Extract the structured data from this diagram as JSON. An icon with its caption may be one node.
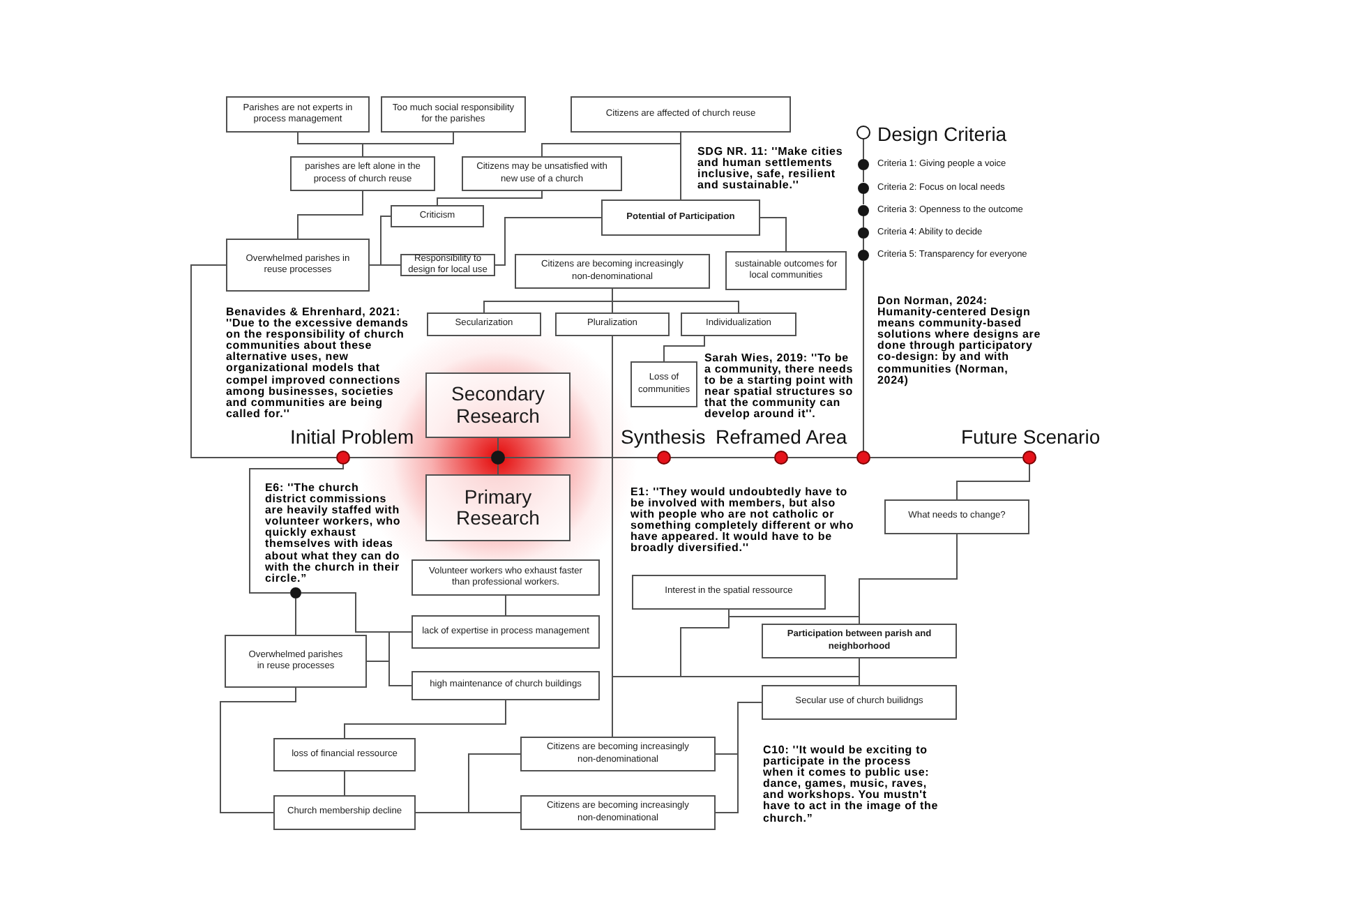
{
  "diagram": {
    "nodes": [
      {
        "text": [
          "Parishes are not experts in process management"
        ]
      },
      {
        "text": [
          "Too much social responsibility for the parishes"
        ]
      },
      {
        "text": [
          "Citizens are affected of church reuse"
        ]
      },
      {
        "text": [],
        "shape": "circle",
        "beside": [
          "Design Criteria"
        ]
      },
      {
        "text": [
          "parishes are left alone in the process of church reuse"
        ]
      },
      {
        "text": [
          "Citizens may be unsatisfied with new use of a church"
        ]
      },
      {
        "text": [],
        "shape": "circle",
        "beside": [
          "Criteria 1: Giving people a voice"
        ]
      },
      {
        "text": [],
        "shape": "circle",
        "beside": [
          "Criteria 2: Focus on local needs"
        ]
      },
      {
        "text": [
          "Potential of Participation"
        ]
      },
      {
        "text": [
          "Criticism"
        ]
      },
      {
        "text": [],
        "shape": "circle",
        "beside": [
          "Criteria 3: Openness to the outcome"
        ]
      },
      {
        "text": [],
        "shape": "circle",
        "beside": [
          "Criteria 4: Ability to decide"
        ]
      },
      {
        "text": [
          "Overwhelmed parishes in reuse processes"
        ]
      },
      {
        "text": [
          "Responsibility to design for local use"
        ]
      },
      {
        "text": [
          "Citizens are becoming increasingly non-denominational"
        ]
      },
      {
        "text": [
          "sustainable outcomes for local communities"
        ]
      },
      {
        "text": [],
        "shape": "circle",
        "beside": [
          "Criteria 5: Transparency for everyone"
        ]
      },
      {
        "text": [
          "Secularization"
        ]
      },
      {
        "text": [
          "Pluralization"
        ]
      },
      {
        "text": [
          "Individualization"
        ]
      },
      {
        "text": [
          "Loss of communities"
        ]
      },
      {
        "text": [
          "Secondary Research"
        ]
      },
      {
        "text": [],
        "shape": "circle",
        "beside": [
          "Initial Problem"
        ]
      },
      {
        "text": [],
        "shape": "circle"
      },
      {
        "text": [],
        "shape": "circle",
        "beside": [
          "Synthesis"
        ]
      },
      {
        "text": [],
        "shape": "circle",
        "beside": [
          "Reframed Area"
        ]
      },
      {
        "text": [],
        "shape": "circle"
      },
      {
        "text": [],
        "shape": "circle",
        "beside": [
          "Future Scenario"
        ]
      },
      {
        "text": [
          "Primary Research"
        ]
      },
      {
        "text": [
          "What needs to change?"
        ]
      },
      {
        "text": [
          "Volunteer workers who exhaust faster than professional workers."
        ]
      },
      {
        "text": [
          "Interest in the spatial ressource"
        ]
      },
      {
        "text": [],
        "shape": "circle"
      },
      {
        "text": [
          "lack of expertise in process management"
        ]
      },
      {
        "text": [
          "Participation between parish and neighborhood"
        ]
      },
      {
        "text": [
          "Overwhelmed parishes in reuse processes"
        ]
      },
      {
        "text": [
          "high maintenance of church buildings"
        ]
      },
      {
        "text": [
          "Secular use of church builidngs"
        ]
      },
      {
        "text": [
          "loss of financial ressource"
        ]
      },
      {
        "text": [
          "Citizens are becoming increasingly non-denominational"
        ]
      },
      {
        "text": [
          "Church membership decline"
        ]
      },
      {
        "text": [
          "Citizens are becoming increasingly non-denominational"
        ]
      }
    ],
    "edges": [
      {
        "from": 0,
        "to": 4,
        "arrow": "none"
      },
      {
        "from": 1,
        "to": 4,
        "arrow": "none"
      },
      {
        "from": 4,
        "to": 12,
        "arrow": "none"
      },
      {
        "from": 2,
        "to": 5,
        "arrow": "none"
      },
      {
        "from": 2,
        "to": 8,
        "arrow": "none"
      },
      {
        "from": 5,
        "to": 9,
        "arrow": "none"
      },
      {
        "from": 12,
        "to": 9,
        "arrow": "none"
      },
      {
        "from": 12,
        "to": 13,
        "arrow": "none"
      },
      {
        "from": 13,
        "to": 8,
        "arrow": "none"
      },
      {
        "from": 8,
        "to": 15,
        "arrow": "none"
      },
      {
        "from": 14,
        "to": 17,
        "arrow": "none"
      },
      {
        "from": 14,
        "to": 18,
        "arrow": "none"
      },
      {
        "from": 14,
        "to": 19,
        "arrow": "none"
      },
      {
        "from": 19,
        "to": 20,
        "arrow": "none"
      },
      {
        "from": 12,
        "to": 22,
        "arrow": "none"
      },
      {
        "from": 22,
        "to": 23,
        "arrow": "none"
      },
      {
        "from": 23,
        "to": 24,
        "arrow": "none"
      },
      {
        "from": 24,
        "to": 25,
        "arrow": "none"
      },
      {
        "from": 25,
        "to": 26,
        "arrow": "none"
      },
      {
        "from": 26,
        "to": 27,
        "arrow": "none"
      },
      {
        "from": 3,
        "to": 6,
        "arrow": "none"
      },
      {
        "from": 6,
        "to": 7,
        "arrow": "none"
      },
      {
        "from": 7,
        "to": 10,
        "arrow": "none"
      },
      {
        "from": 10,
        "to": 11,
        "arrow": "none"
      },
      {
        "from": 11,
        "to": 16,
        "arrow": "none"
      },
      {
        "from": 16,
        "to": 26,
        "arrow": "none"
      },
      {
        "from": 23,
        "to": 21,
        "arrow": "none"
      },
      {
        "from": 23,
        "to": 28,
        "arrow": "none"
      },
      {
        "from": 27,
        "to": 29,
        "arrow": "none"
      },
      {
        "from": 29,
        "to": 34,
        "arrow": "none"
      },
      {
        "from": 31,
        "to": 34,
        "arrow": "none"
      },
      {
        "from": 34,
        "to": 37,
        "arrow": "none"
      },
      {
        "from": 18,
        "to": 39,
        "arrow": "none"
      },
      {
        "from": 18,
        "to": 31,
        "arrow": "none"
      },
      {
        "from": 18,
        "to": 37,
        "arrow": "none"
      },
      {
        "from": 22,
        "to": 32,
        "arrow": "none"
      },
      {
        "from": 32,
        "to": 35,
        "arrow": "none"
      },
      {
        "from": 32,
        "to": 33,
        "arrow": "none"
      },
      {
        "from": 30,
        "to": 33,
        "arrow": "none"
      },
      {
        "from": 35,
        "to": 33,
        "arrow": "none"
      },
      {
        "from": 35,
        "to": 36,
        "arrow": "none"
      },
      {
        "from": 36,
        "to": 38,
        "arrow": "none"
      },
      {
        "from": 38,
        "to": 40,
        "arrow": "none"
      },
      {
        "from": 35,
        "to": 40,
        "arrow": "none"
      },
      {
        "from": 40,
        "to": 39,
        "arrow": "none"
      },
      {
        "from": 40,
        "to": 41,
        "arrow": "none"
      },
      {
        "from": 37,
        "to": 39,
        "arrow": "none"
      },
      {
        "from": 37,
        "to": 41,
        "arrow": "none"
      }
    ],
    "labels": [
      "SDG NR. 11: ''Make cities and human settlements inclusive, safe, resilient and sustainable.''",
      "Don Norman, 2024: Humanity-centered Design means community-based solutions where designs are done through participatory co-design: by and with communities (Norman, 2024)",
      "Benavides & Ehrenhard, 2021: ''Due to the excessive demands on the responsibility of church communities about these alternative uses, new organizational models that compel improved connections among businesses, societies and communities are being called for.''",
      "Sarah Wies, 2019: ''To be a community, there needs to be a starting point with near spatial structures so that the community can develop around it''.",
      "E6: ''The church district commissions are heavily staffed with volunteer workers, who quickly exhaust themselves with ideas about what they can do with the church in their circle.”",
      "E1: ''They would undoubtedly have to be involved with members, but also with people who are not catholic or something completely different or who have appeared. It would have to be broadly diversified.''",
      "C10: ''It would be exciting to participate in the process when it comes to public use: dance, games, music, raves, and workshops. You mustn't have to act in the image of the church.”"
    ]
  }
}
